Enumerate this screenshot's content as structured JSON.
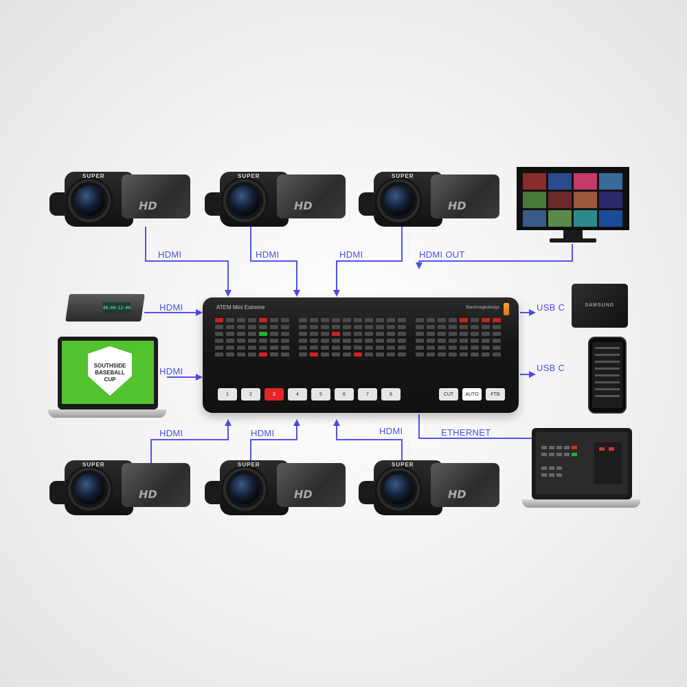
{
  "connections": {
    "hdmi": "HDMI",
    "hdmi_out": "HDMI OUT",
    "usb_c": "USB C",
    "ethernet": "ETHERNET"
  },
  "switcher": {
    "name": "ATEM Mini Extreme",
    "brand": "Blackmagicdesign",
    "input_buttons": [
      "1",
      "2",
      "3",
      "4",
      "5",
      "6",
      "7",
      "8"
    ],
    "transition_buttons": [
      "CUT",
      "AUTO",
      "FTB"
    ]
  },
  "camera": {
    "badge": "SUPER",
    "mark": "HD"
  },
  "laptop_badge": {
    "line1": "SOUTHSIDE",
    "line2": "BASEBALL",
    "line3": "CUP"
  },
  "ssd": {
    "brand": "SAMSUNG"
  },
  "recorder": {
    "display": "00:00:12:00"
  },
  "colors": {
    "wire": "#5053ee",
    "arrow": "#4b4de0"
  }
}
